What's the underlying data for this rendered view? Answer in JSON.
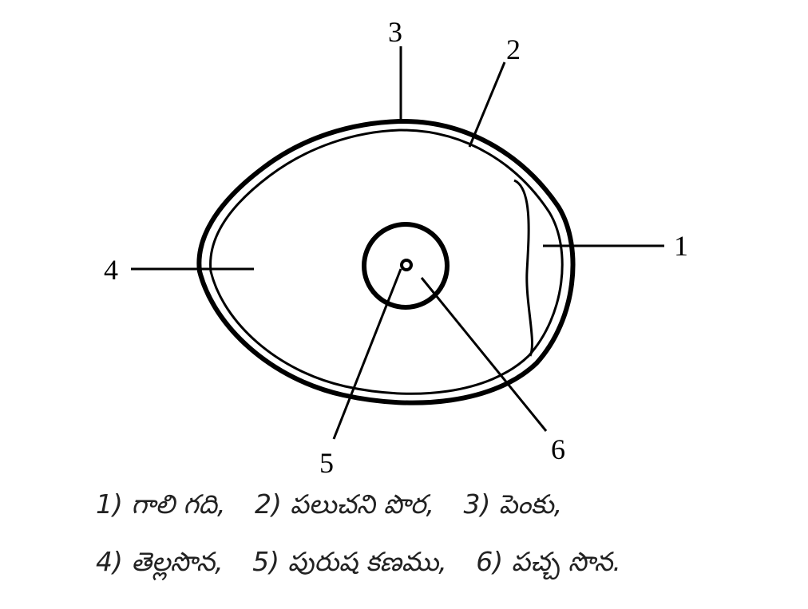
{
  "labels": {
    "l1": "1",
    "l2": "2",
    "l3": "3",
    "l4": "4",
    "l5": "5",
    "l6": "6"
  },
  "legend": {
    "line1": [
      "1) గాలి గది,",
      "2) పలుచని పొర,",
      "3) పెంకు,"
    ],
    "line2": [
      "4) తెల్లసొన,",
      "5) పురుష కణము,",
      "6) పచ్చ సొన."
    ]
  },
  "colors": {
    "ink": "#000000",
    "background": "#ffffff"
  }
}
